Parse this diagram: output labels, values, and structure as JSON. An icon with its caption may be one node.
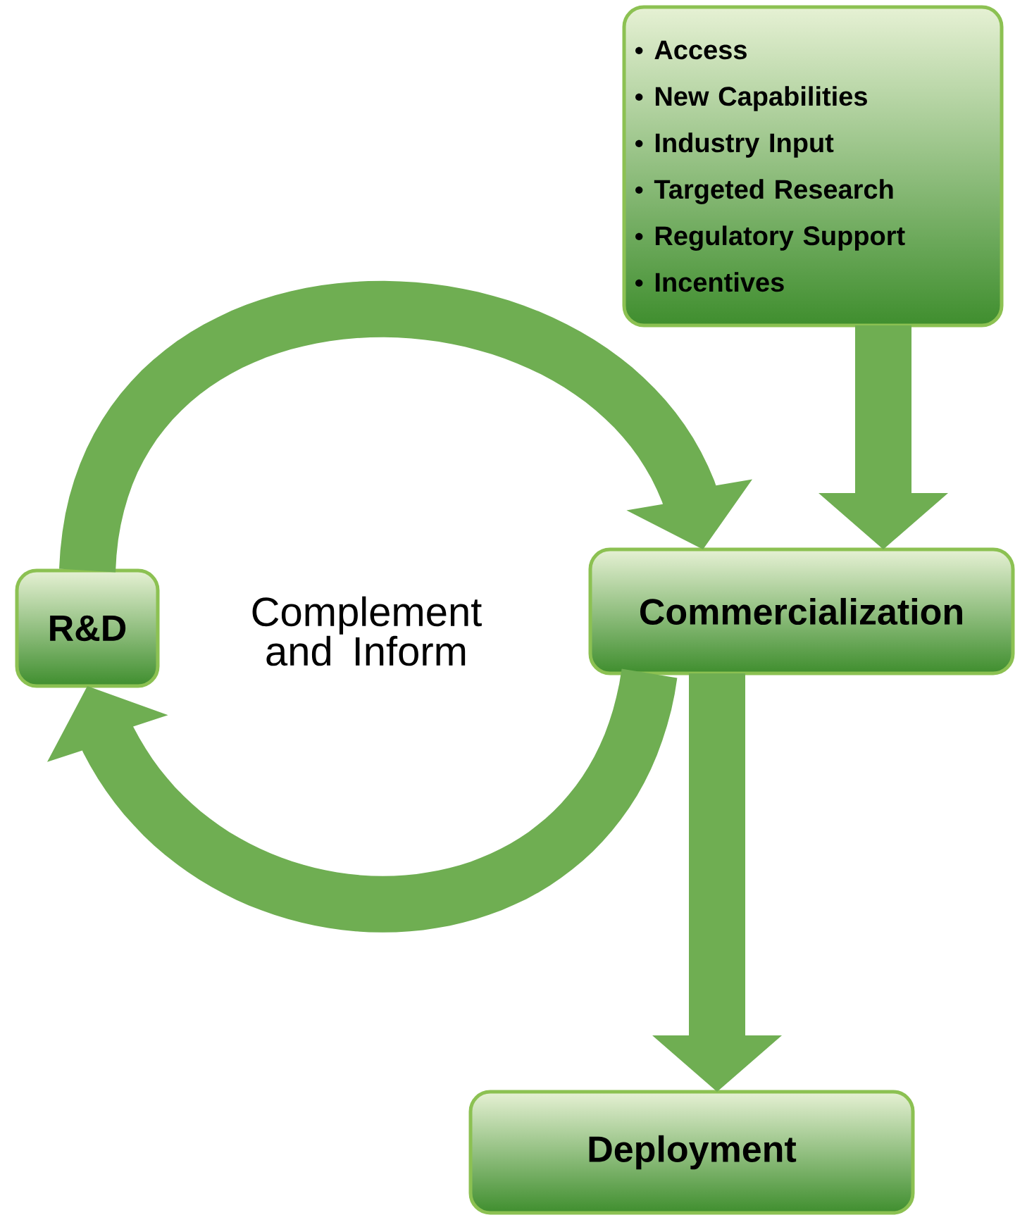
{
  "diagram": {
    "nodes": [
      {
        "text": [
          "Access",
          "New Capabilities",
          "Industry Input",
          "Targeted Research",
          "Regulatory Support",
          "Incentives"
        ]
      },
      {
        "text": [
          "R&D"
        ]
      },
      {
        "text": [
          "Commercialization"
        ]
      },
      {
        "text": [
          "Deployment"
        ]
      }
    ],
    "edges": [
      {
        "from": 0,
        "to": 2,
        "arrow": "to"
      },
      {
        "from": 1,
        "to": 2,
        "arrow": "to"
      },
      {
        "from": 2,
        "to": 1,
        "arrow": "to"
      },
      {
        "from": 2,
        "to": 3,
        "arrow": "to"
      }
    ],
    "labels": [
      "Complement and Inform"
    ]
  }
}
